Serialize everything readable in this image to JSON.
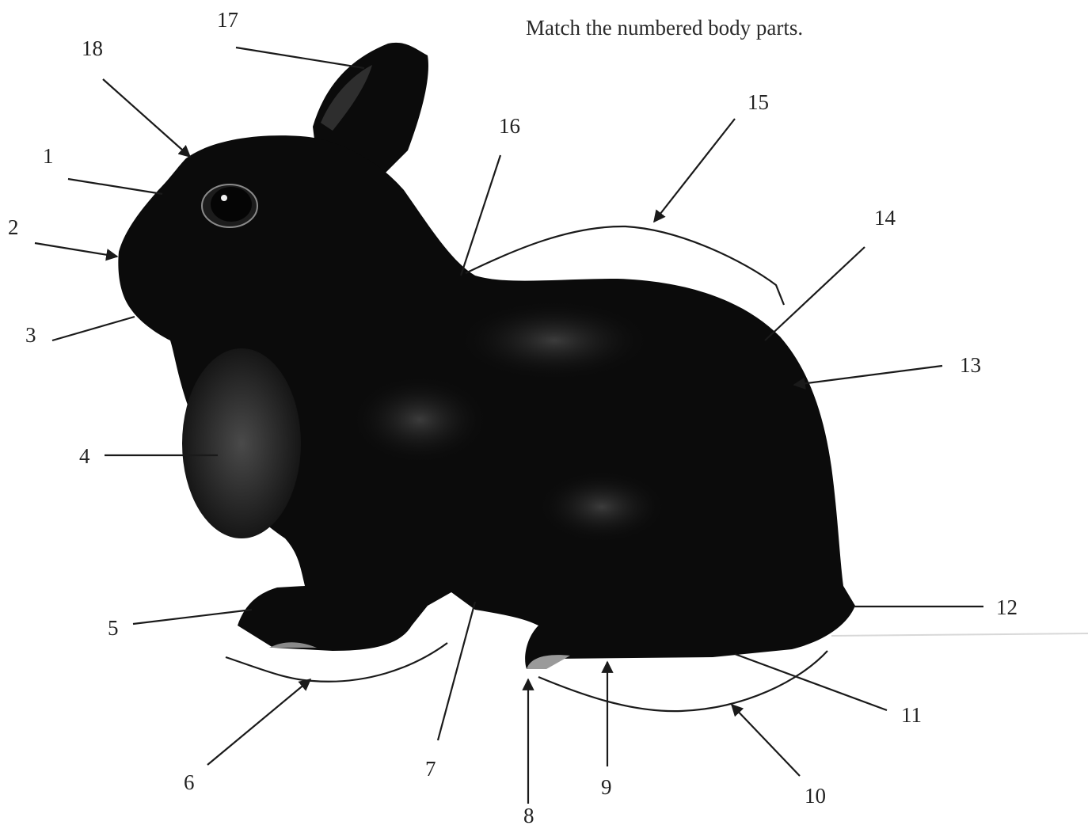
{
  "instruction": "Match the numbered body parts.",
  "labels": [
    "1",
    "2",
    "3",
    "4",
    "5",
    "6",
    "7",
    "8",
    "9",
    "10",
    "11",
    "12",
    "13",
    "14",
    "15",
    "16",
    "17",
    "18"
  ],
  "colors": {
    "background": "#ffffff",
    "rabbit": "#0b0b0b",
    "rabbit_highlight": "#3a3a3a",
    "line": "#1a1a1a",
    "text": "#222222"
  }
}
